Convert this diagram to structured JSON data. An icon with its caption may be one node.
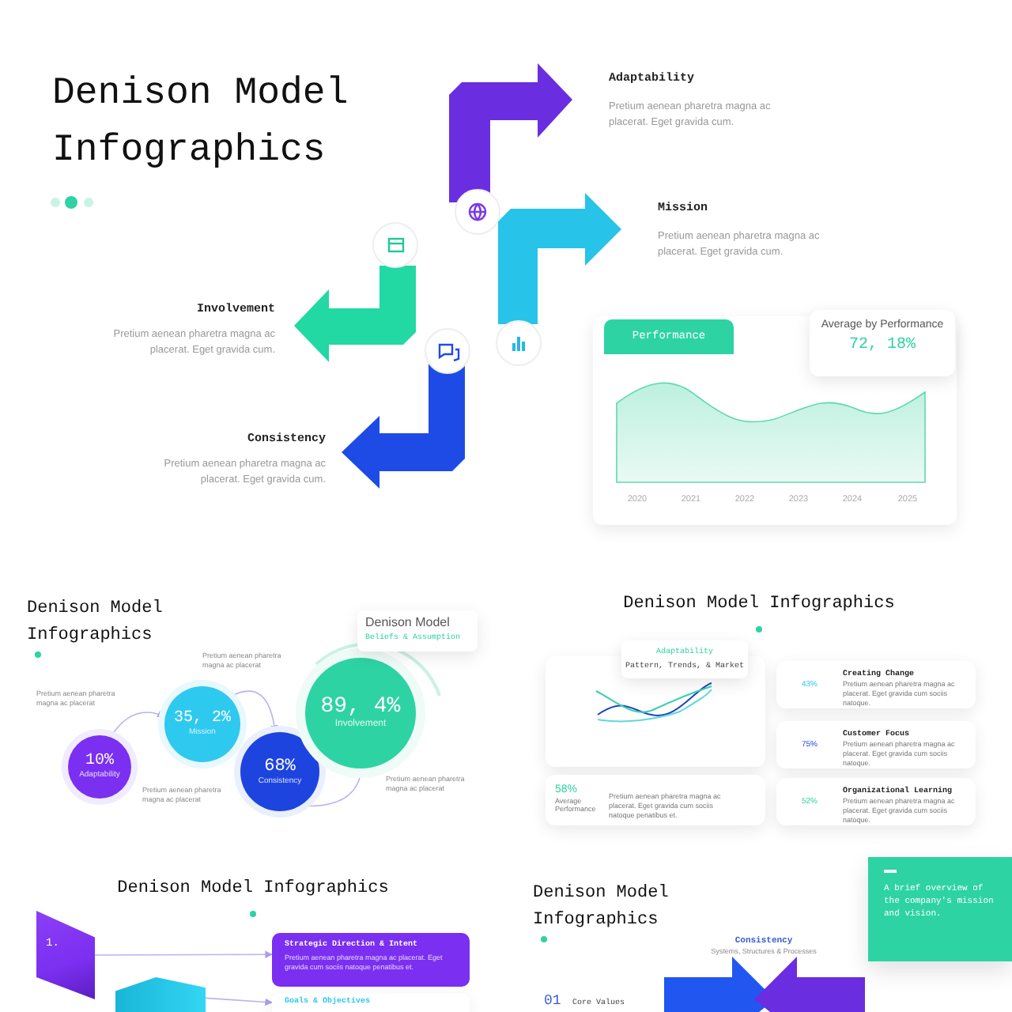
{
  "diagram": {
    "title": "Denison Model Infographics",
    "nodes": [
      {
        "text": [
          "Performance"
        ]
      },
      {
        "text": [
          "Average by Performance",
          "72, 18%"
        ]
      },
      {
        "text": [
          "10%",
          "Adaptability"
        ]
      },
      {
        "text": [
          "35, 2%",
          "Mission"
        ]
      },
      {
        "text": [
          "68%",
          "Consistency"
        ]
      },
      {
        "text": [
          "89, 4%",
          "Involvement"
        ]
      },
      {
        "text": [
          "Denison Model",
          "Beliefs & Assumption"
        ]
      },
      {
        "text": [
          "Adaptability",
          "Pattern, Trends, & Market"
        ]
      },
      {
        "text": [
          "58%",
          "Average Performance",
          "Pretium aenean pharetra magna ac placerat. Eget gravida cum sociis natoque penatibus et."
        ]
      },
      {
        "text": [
          "43%",
          "Creating Change",
          "Pretium aenean pharetra magna ac placerat. Eget gravida cum sociis natoque."
        ]
      },
      {
        "text": [
          "75%",
          "Customer Focus",
          "Pretium aenean pharetra magna ac placerat. Eget gravida cum sociis natoque."
        ]
      },
      {
        "text": [
          "52%",
          "Organizational Learning",
          "Pretium aenean pharetra magna ac placerat. Eget gravida cum sociis natoque."
        ]
      },
      {
        "text": [
          "1."
        ]
      },
      {
        "text": [
          "Strategic Direction & Intent",
          "Pretium aenean pharetra magna ac placerat. Eget gravida cum sociis natoque penatibus et."
        ]
      },
      {
        "text": [],
        "shape": "box"
      },
      {
        "text": [
          "Goals & Objectives"
        ]
      },
      {
        "text": [
          "A brief overview of the company's mission and vision."
        ]
      }
    ],
    "edges": [
      {
        "from": 2,
        "to": 3,
        "arrow": "to"
      },
      {
        "from": 3,
        "to": 4,
        "arrow": "to"
      },
      {
        "from": 4,
        "to": 5,
        "arrow": "to"
      },
      {
        "from": 12,
        "to": 13,
        "arrow": "to"
      },
      {
        "from": 14,
        "to": 15,
        "arrow": "to"
      }
    ],
    "labels": [
      "Adaptability",
      "Pretium aenean pharetra magna ac placerat. Eget gravida cum.",
      "Mission",
      "Pretium aenean pharetra magna ac placerat. Eget gravida cum.",
      "Involvement",
      "Pretium aenean pharetra magna ac placerat. Eget gravida cum.",
      "Consistency",
      "Pretium aenean pharetra magna ac placerat. Eget gravida cum.",
      "2020",
      "2021",
      "2022",
      "2023",
      "2024",
      "2025",
      "Denison Model Infographics",
      "Pretium aenean pharetra magna ac placerat",
      "Pretium aenean pharetra magna ac placerat",
      "Pretium aenean pharetra magna ac placerat",
      "Pretium aenean pharetra magna ac placerat",
      "Denison Model Infographics",
      "Denison Model Infographics",
      "Denison Model Infographics",
      "Consistency",
      "Systems, Structures & Processes",
      "01",
      "Core Values"
    ]
  }
}
